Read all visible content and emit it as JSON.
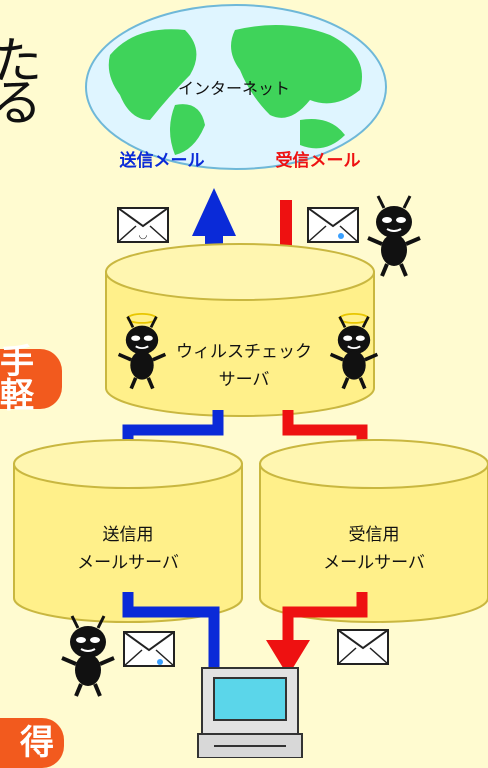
{
  "left_edge_text": {
    "top_char_a": "た",
    "top_char_b": "る"
  },
  "badges": {
    "easy": "手軽",
    "gain": "得"
  },
  "diagram": {
    "internet_label": "インターネット",
    "send_mail_label": "送信メール",
    "receive_mail_label": "受信メール",
    "virus_check_server_line1": "ウィルスチェック",
    "virus_check_server_line2": "サーバ",
    "send_server_line1": "送信用",
    "send_server_line2": "メールサーバ",
    "receive_server_line1": "受信用",
    "receive_server_line2": "メールサーバ"
  },
  "colors": {
    "background": "#fffbd0",
    "cylinder_fill": "#fff08a",
    "cylinder_top": "#fff6b0",
    "send_arrow": "#0a2ad8",
    "receive_arrow": "#ee1111",
    "globe_ocean": "#dff5ff",
    "globe_land": "#3fd35a",
    "badge": "#f25a1e"
  },
  "icons": [
    "globe-icon",
    "envelope-icon",
    "virus-bug-icon",
    "computer-icon"
  ]
}
